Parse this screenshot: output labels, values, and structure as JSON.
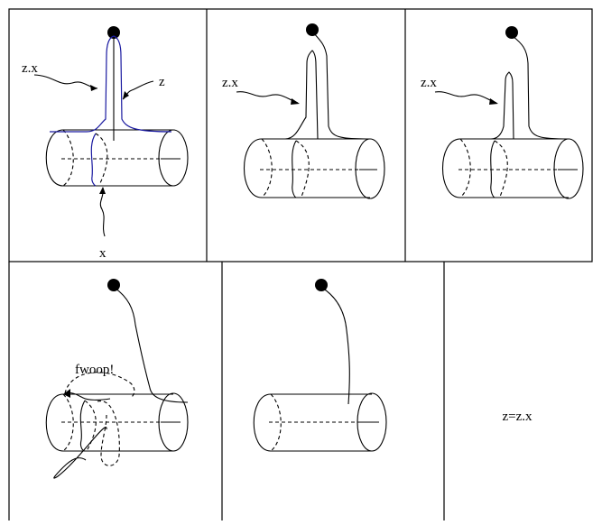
{
  "labels": {
    "z_dot_x": "z.x",
    "z": "z",
    "x": "x",
    "fwoop": "fwoop!",
    "result": "z=z.x"
  },
  "colors": {
    "ink": "#000000",
    "highlight": "#1a1aa0",
    "background": "#ffffff"
  },
  "panels": [
    {
      "name": "panel-1-initial-loop"
    },
    {
      "name": "panel-2-product-loop"
    },
    {
      "name": "panel-3-slid-loop"
    },
    {
      "name": "panel-4-fwoop-move"
    },
    {
      "name": "panel-5-simplified-loop"
    },
    {
      "name": "panel-6-conclusion"
    }
  ]
}
